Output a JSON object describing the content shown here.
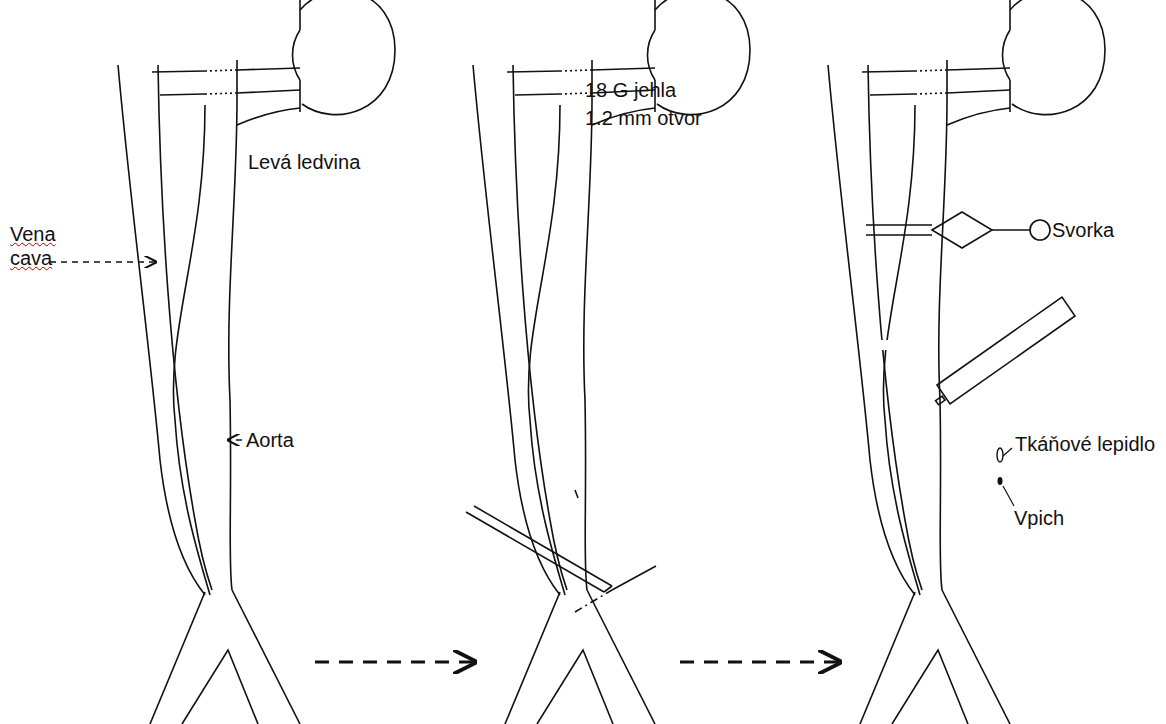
{
  "diagram": {
    "labels": [
      "Levá ledvina",
      "Vena cava",
      "Aorta",
      "18 G jehla",
      "1.2 mm otvor",
      "Svorka",
      "Tkáňové lepidlo",
      "Vpich"
    ]
  }
}
